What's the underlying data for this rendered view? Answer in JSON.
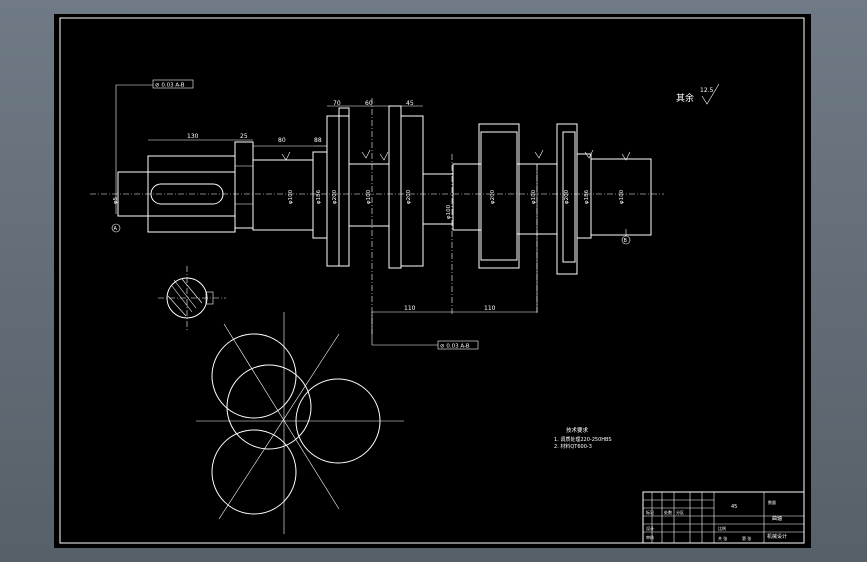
{
  "drawing": {
    "roughness_note": "其余",
    "roughness_value": "12.5",
    "dims_top": [
      "130",
      "25",
      "80",
      "88",
      "70",
      "60",
      "45"
    ],
    "dims_bottom": [
      "110",
      "110"
    ],
    "diameters": [
      "φ5",
      "φ100",
      "φ186",
      "φ200",
      "φ100",
      "φ200",
      "φ100",
      "φ200",
      "φ100",
      "φ200",
      "φ186",
      "φ100"
    ],
    "tolerance_frame_top": "⊘ 0.03 A-B",
    "tolerance_frame_bottom": "⊘ 0.03 A-B",
    "datum_left": "A",
    "datum_right": "B",
    "tech_title": "技术要求",
    "tech_lines": [
      "1. 调质处理220-250HBS",
      "2. 材料QT600-3"
    ],
    "title_block": {
      "material": "45",
      "part_name": "曲轴",
      "school": "机械设计",
      "cells": [
        "标记",
        "处数",
        "分区",
        "设计",
        "审核",
        "比例",
        "共 张",
        "第 张",
        "数量"
      ]
    }
  },
  "colors": {
    "background": "#000000",
    "line": "#ffffff",
    "frame_bg": "#5f6a75"
  }
}
